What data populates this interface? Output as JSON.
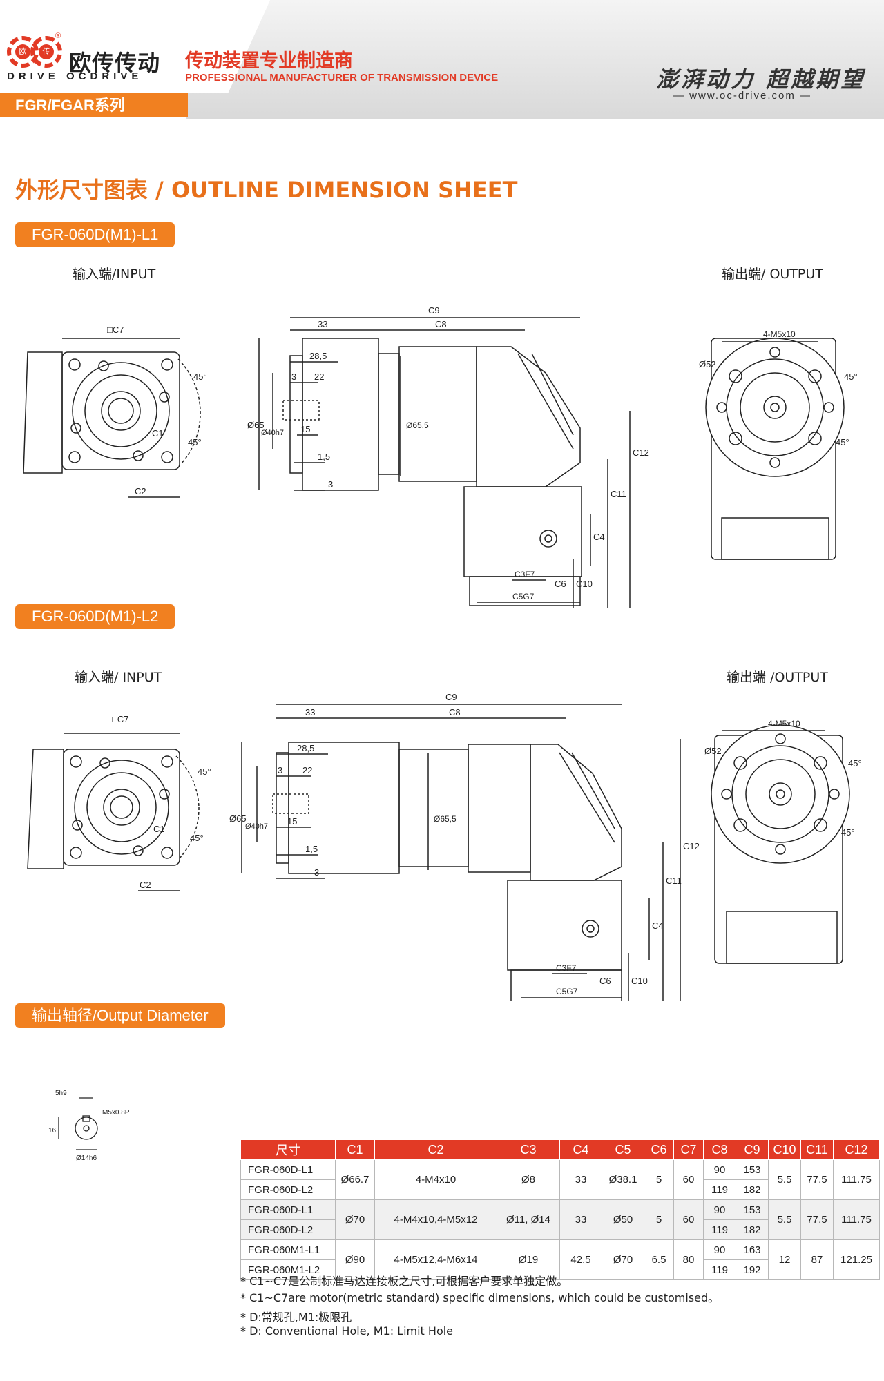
{
  "header": {
    "brand_cn": "欧传传动",
    "brand_en": "DRIVE  OCDRIVE",
    "logo_char": "欧",
    "logo_char2": "传",
    "slogan_cn": "传动装置专业制造商",
    "slogan_en": "PROFESSIONAL MANUFACTURER OF TRANSMISSION DEVICE",
    "motto": "澎湃动力  超越期望",
    "url": "— www.oc-drive.com —",
    "registered": "®",
    "series": "FGR/FGAR系列"
  },
  "sheet_title": "外形尺寸图表 / OUTLINE DIMENSION SHEET",
  "sections": [
    {
      "model": "FGR-060D(M1)-L1",
      "input_label": "输入端/INPUT",
      "output_label": "输出端/ OUTPUT"
    },
    {
      "model": "FGR-060D(M1)-L2",
      "input_label": "输入端/ INPUT",
      "output_label": "输出端 /OUTPUT"
    }
  ],
  "drawing_labels": {
    "c7": "□C7",
    "c1": "C1",
    "c2": "C2",
    "c3": "C3F7",
    "c4": "C4",
    "c5": "C5G7",
    "c6": "C6",
    "c8": "C8",
    "c9": "C9",
    "c10": "C10",
    "c11": "C11",
    "c12": "C12",
    "d33": "33",
    "d28": "28,5",
    "d3a": "3",
    "d22": "22",
    "d15": "15",
    "d1_5": "1,5",
    "d3b": "3",
    "phi65": "Ø65",
    "phi40": "Ø40h7",
    "phi65_5": "Ø65,5",
    "phi52": "Ø52",
    "m5": "4-M5x10",
    "deg45": "45°"
  },
  "output_diameter": {
    "title": "输出轴径/Output Diameter",
    "key": "5h9",
    "height": "16",
    "thread": "M5x0.8P",
    "dia": "Ø14h6"
  },
  "table": {
    "headers": [
      "尺寸",
      "C1",
      "C2",
      "C3",
      "C4",
      "C5",
      "C6",
      "C7",
      "C8",
      "C9",
      "C10",
      "C11",
      "C12"
    ],
    "groups": [
      {
        "models": [
          "FGR-060D-L1",
          "FGR-060D-L2"
        ],
        "c1": "Ø66.7",
        "c2": "4-M4x10",
        "c3": "Ø8",
        "c4": "33",
        "c5": "Ø38.1",
        "c6": "5",
        "c7": "60",
        "c8": [
          "90",
          "119"
        ],
        "c9": [
          "153",
          "182"
        ],
        "c10": "5.5",
        "c11": "77.5",
        "c12": "111.75"
      },
      {
        "models": [
          "FGR-060D-L1",
          "FGR-060D-L2"
        ],
        "c1": "Ø70",
        "c2": "4-M4x10,4-M5x12",
        "c3": "Ø11, Ø14",
        "c4": "33",
        "c5": "Ø50",
        "c6": "5",
        "c7": "60",
        "c8": [
          "90",
          "119"
        ],
        "c9": [
          "153",
          "182"
        ],
        "c10": "5.5",
        "c11": "77.5",
        "c12": "111.75"
      },
      {
        "models": [
          "FGR-060M1-L1",
          "FGR-060M1-L2"
        ],
        "c1": "Ø90",
        "c2": "4-M5x12,4-M6x14",
        "c3": "Ø19",
        "c4": "42.5",
        "c5": "Ø70",
        "c6": "6.5",
        "c7": "80",
        "c8": [
          "90",
          "119"
        ],
        "c9": [
          "163",
          "192"
        ],
        "c10": "12",
        "c11": "87",
        "c12": "121.25"
      }
    ]
  },
  "notes": [
    "* C1~C7是公制标准马达连接板之尺寸,可根据客户要求单独定做。",
    "* C1~C7are motor(metric standard)  specific dimensions, which could be customised。",
    "* D:常规孔,M1:极限孔",
    "* D: Conventional Hole, M1: Limit Hole"
  ],
  "colors": {
    "accent": "#f18020",
    "brand_red": "#e23a25",
    "table_header": "#e23a25"
  }
}
